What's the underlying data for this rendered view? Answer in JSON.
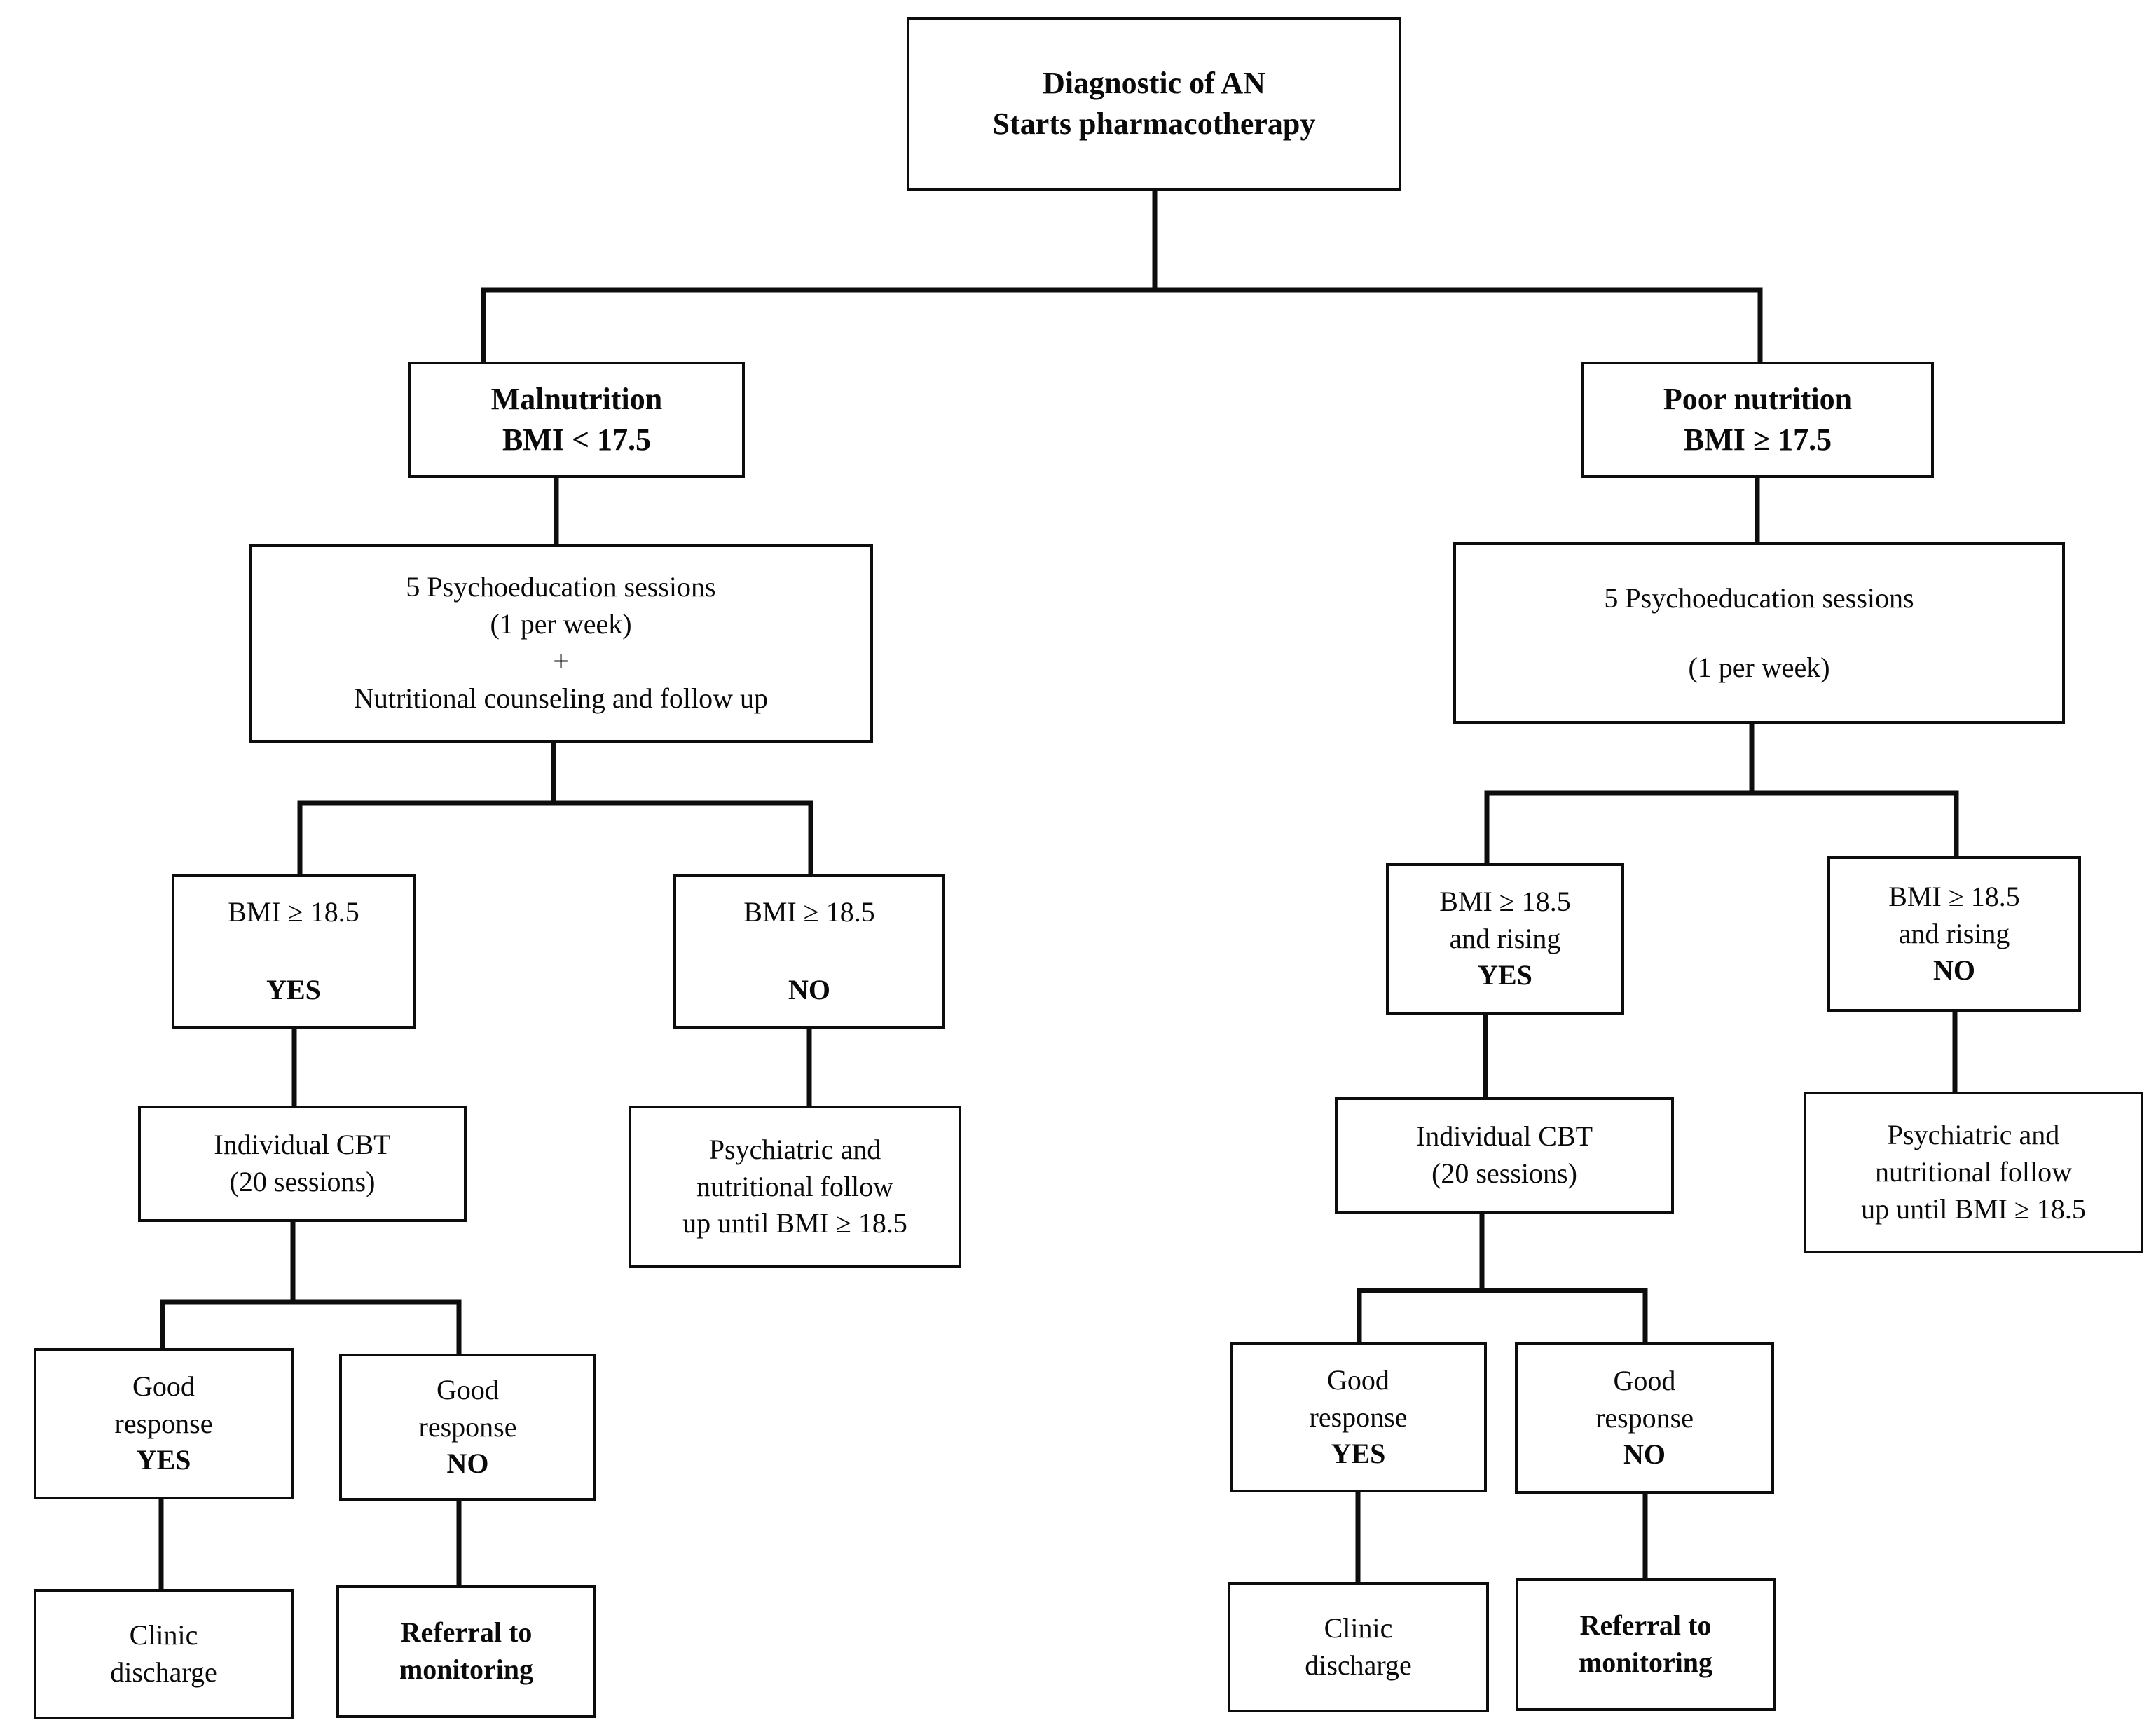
{
  "figure": {
    "kind": "clinical-treatment-flowchart",
    "topic": "Anorexia nervosa (AN) treatment pathway"
  },
  "nodes": {
    "root": {
      "id": "diagnostic-an",
      "lines": [
        "Diagnostic of AN",
        "Starts pharmacotherapy"
      ],
      "bold": true
    },
    "left_branch": {
      "classification": {
        "id": "malnutrition",
        "lines": [
          "Malnutrition",
          "BMI < 17.5"
        ],
        "bold": true
      },
      "intervention": {
        "id": "psychoeducation-left",
        "lines": [
          "5 Psychoeducation sessions",
          "(1 per week)",
          "+",
          "Nutritional counseling and follow up"
        ],
        "bold": false
      },
      "decision_yes": {
        "id": "bmi-185-yes",
        "line1": "BMI ≥ 18.5",
        "line2": "YES"
      },
      "decision_no": {
        "id": "bmi-185-no",
        "line1": "BMI ≥ 18.5",
        "line2": "NO"
      },
      "cbt": {
        "id": "individual-cbt-left",
        "lines": [
          "Individual CBT",
          "(20 sessions)"
        ]
      },
      "followup": {
        "id": "psychiatric-followup-left",
        "lines": [
          "Psychiatric and",
          "nutritional follow",
          "up until BMI ≥ 18.5"
        ]
      },
      "response_yes": {
        "id": "good-response-yes-left",
        "line1": "Good",
        "line2": "response",
        "line3": "YES"
      },
      "response_no": {
        "id": "good-response-no-left",
        "line1": "Good",
        "line2": "response",
        "line3": "NO"
      },
      "outcome_yes": {
        "id": "clinic-discharge-left",
        "lines": [
          "Clinic",
          "discharge"
        ],
        "bold": false
      },
      "outcome_no": {
        "id": "referral-monitoring-left",
        "lines": [
          "Referral to",
          "monitoring"
        ],
        "bold": true
      }
    },
    "right_branch": {
      "classification": {
        "id": "poor-nutrition",
        "lines": [
          "Poor nutrition",
          "BMI ≥ 17.5"
        ],
        "bold": true
      },
      "intervention": {
        "id": "psychoeducation-right",
        "lines": [
          "5 Psychoeducation sessions",
          "(1 per week)"
        ],
        "bold": false
      },
      "decision_yes": {
        "id": "bmi-185-rising-yes",
        "line1": "BMI ≥ 18.5",
        "line2": "and rising",
        "line3": "YES"
      },
      "decision_no": {
        "id": "bmi-185-rising-no",
        "line1": "BMI ≥ 18.5",
        "line2": "and rising",
        "line3": "NO"
      },
      "cbt": {
        "id": "individual-cbt-right",
        "lines": [
          "Individual CBT",
          "(20 sessions)"
        ]
      },
      "followup": {
        "id": "psychiatric-followup-right",
        "lines": [
          "Psychiatric and",
          "nutritional follow",
          "up until BMI ≥ 18.5"
        ]
      },
      "response_yes": {
        "id": "good-response-yes-right",
        "line1": "Good",
        "line2": "response",
        "line3": "YES"
      },
      "response_no": {
        "id": "good-response-no-right",
        "line1": "Good",
        "line2": "response",
        "line3": "NO"
      },
      "outcome_yes": {
        "id": "clinic-discharge-right",
        "lines": [
          "Clinic",
          "discharge"
        ],
        "bold": false
      },
      "outcome_no": {
        "id": "referral-monitoring-right",
        "lines": [
          "Referral to",
          "monitoring"
        ],
        "bold": true
      }
    }
  },
  "style": {
    "stroke": "#0d0d0d",
    "background": "#ffffff",
    "text": "#0a0a0a"
  }
}
